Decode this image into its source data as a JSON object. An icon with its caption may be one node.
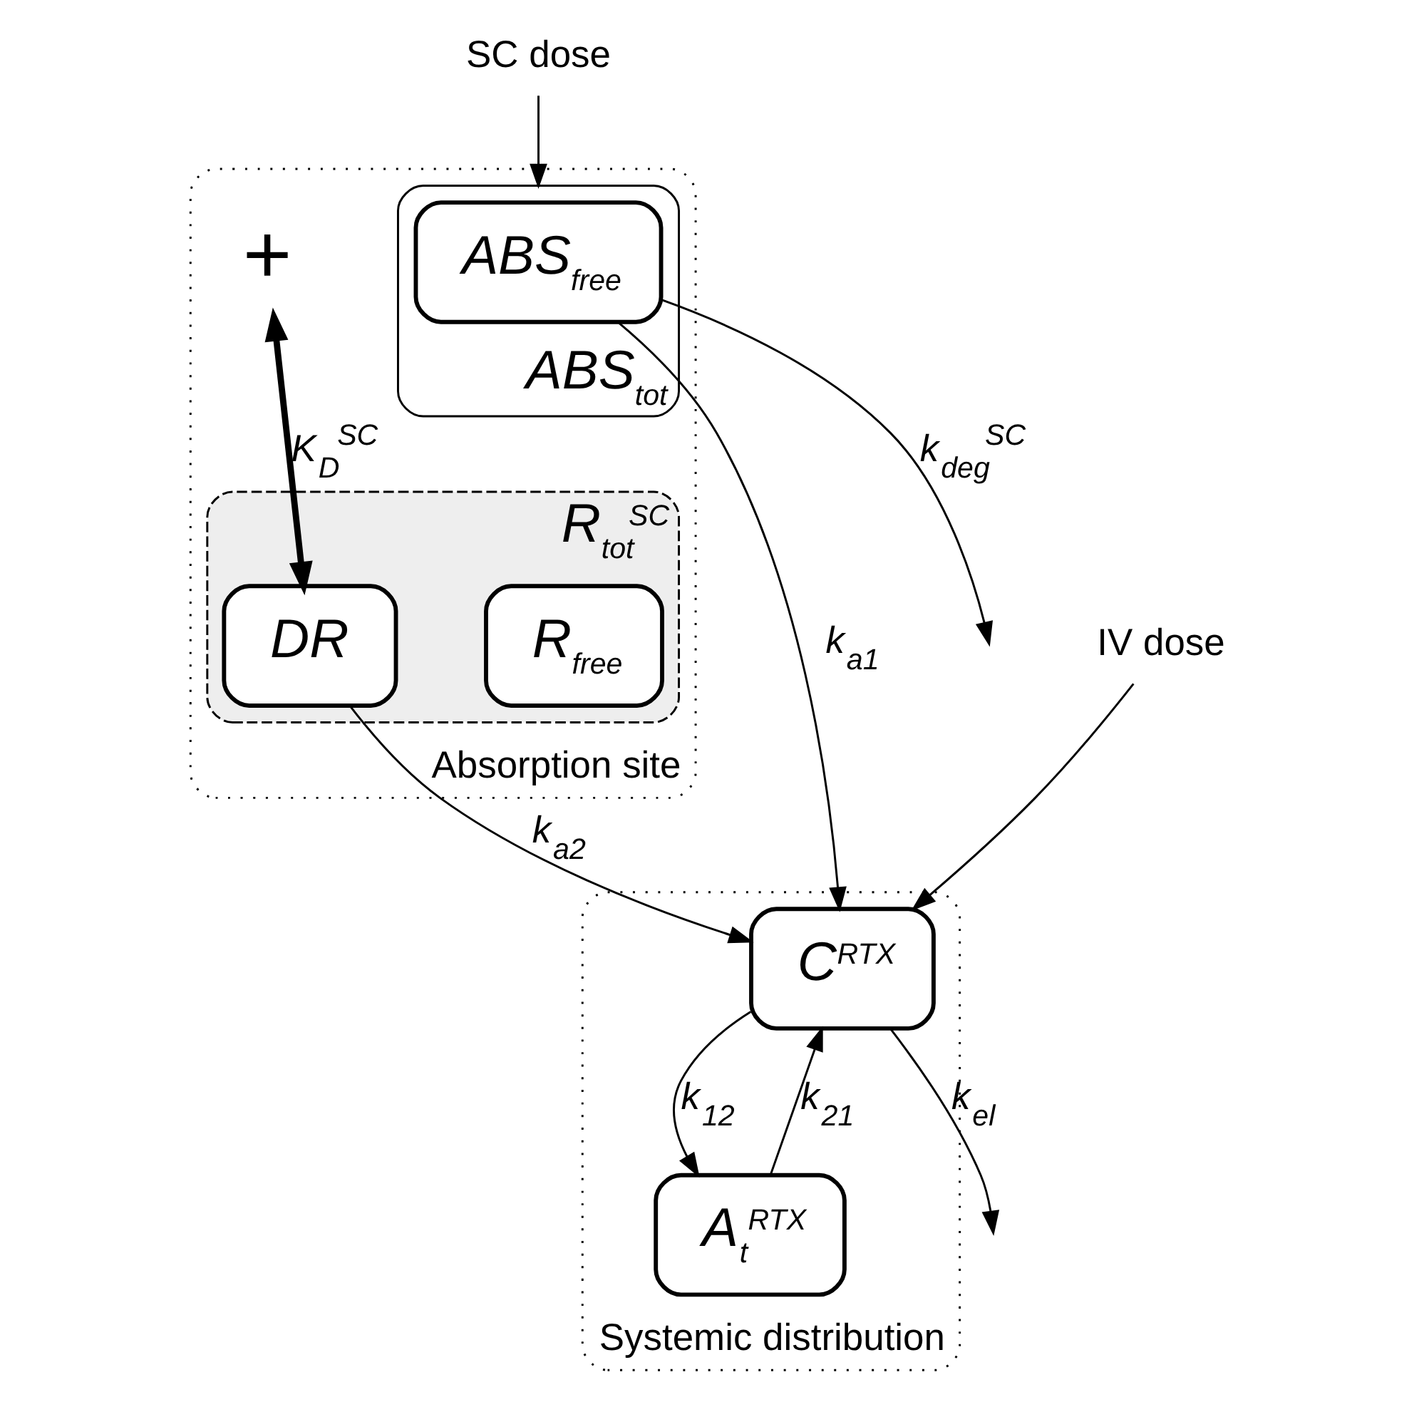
{
  "diagram": {
    "nodes": [
      {
        "text": [
          "Absorption site"
        ]
      },
      {
        "text": [
          "R$_{tot}$$^{SC}$"
        ],
        "in": 0
      },
      {
        "text": [
          "R$_{free}$"
        ],
        "in": 1
      },
      {
        "text": [
          "SC dose"
        ]
      },
      {
        "text": [
          "ABS$_{tot}$"
        ],
        "in": 0
      },
      {
        "text": [
          "+"
        ],
        "in": 0
      },
      {
        "text": [
          "DR"
        ],
        "in": 1
      },
      {
        "text": [
          "ABS$_{free}$"
        ],
        "in": 4
      },
      {
        "text": [
          "Systemic distribution"
        ]
      },
      {
        "text": [
          "C$^{RTX}$"
        ],
        "in": 8
      },
      {
        "text": [
          "A$_{t}$$^{RTX}$"
        ],
        "in": 8
      },
      {
        "text": [
          "IV dose"
        ]
      }
    ],
    "edges": [
      {
        "from": 3,
        "to": 4,
        "arrow": "to"
      },
      {
        "from": 5,
        "to": 6,
        "arrow": "both",
        "label": "K$_{D}$$^{SC}$",
        "style": "thick"
      },
      {
        "from": 7,
        "to": null,
        "arrow": "to",
        "label": "k$_{deg}$$^{SC}$"
      },
      {
        "from": 7,
        "to": 9,
        "arrow": "to",
        "label": "k$_{a1}$"
      },
      {
        "from": 6,
        "to": 9,
        "arrow": "to",
        "label": "k$_{a2}$"
      },
      {
        "from": 9,
        "to": 10,
        "arrow": "to",
        "label": "k$_{12}$"
      },
      {
        "from": 10,
        "to": 9,
        "arrow": "to",
        "label": "k$_{21}$"
      },
      {
        "from": 11,
        "to": 9,
        "arrow": "to"
      },
      {
        "from": 9,
        "to": null,
        "arrow": "to",
        "label": "k$_{el}$"
      }
    ]
  }
}
